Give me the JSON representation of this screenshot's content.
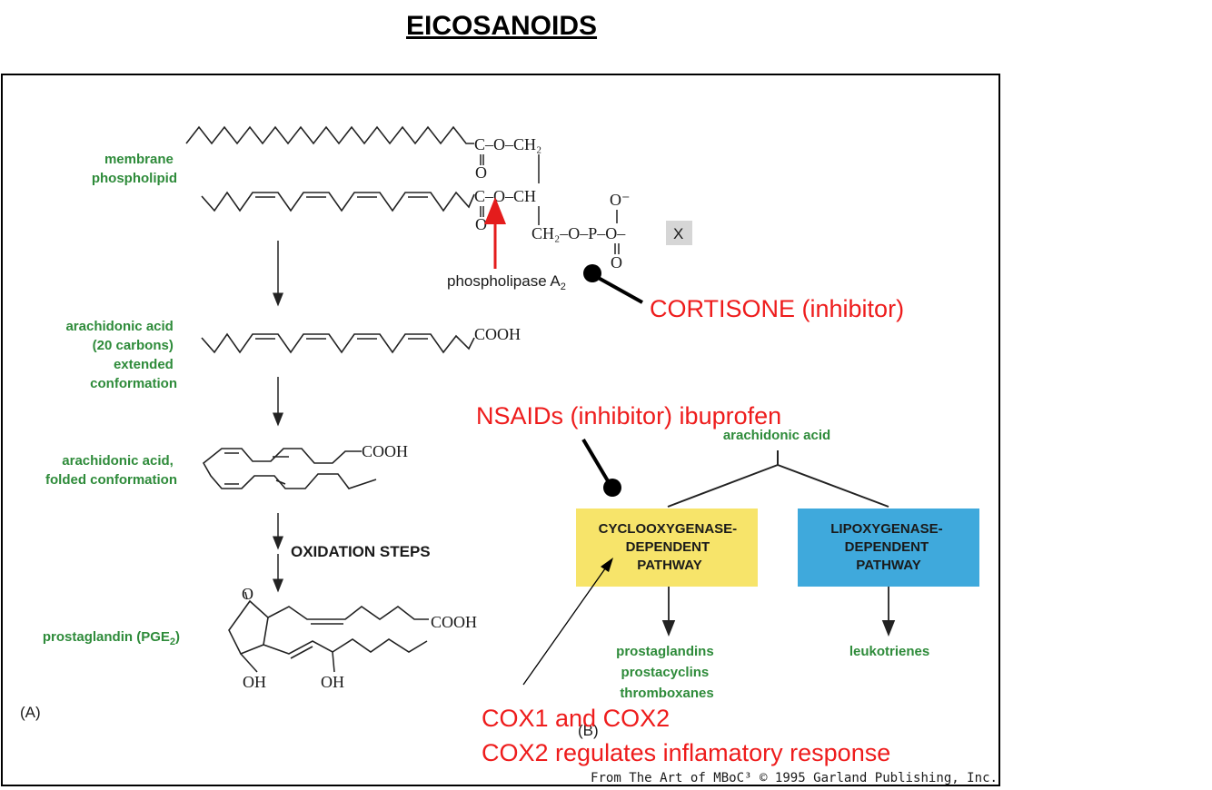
{
  "title": "EICOSANOIDS",
  "panel_a": {
    "membrane_phospholipid": [
      "membrane",
      "phospholipid"
    ],
    "arachidonic_extended": [
      "arachidonic acid",
      "(20 carbons)",
      "extended",
      "conformation"
    ],
    "arachidonic_folded": [
      "arachidonic acid,",
      "folded conformation"
    ],
    "prostaglandin": "prostaglandin (PGE",
    "prostaglandin_sub": "2",
    "prostaglandin_close": ")",
    "oxidation_steps": "OXIDATION STEPS",
    "phospholipase": "phospholipase A",
    "phospholipase_sub": "2",
    "panel_letter": "(A)",
    "chem": {
      "c_o_ch2": "C–O–CH₂",
      "c_o_ch": "C–O–CH",
      "o1": "O",
      "o2": "O",
      "o_minus": "O⁻",
      "phosphate_row": "CH₂–O–P–O–",
      "p_o": "O",
      "x": "X",
      "cooh1": "COOH",
      "cooh2": "COOH",
      "cooh3": "COOH",
      "ring_o": "O",
      "oh1": "OH",
      "oh2": "OH"
    }
  },
  "panel_b": {
    "arachidonic_acid": "arachidonic acid",
    "cox_box": [
      "CYCLOOXYGENASE-",
      "DEPENDENT",
      "PATHWAY"
    ],
    "lox_box": [
      "LIPOXYGENASE-",
      "DEPENDENT",
      "PATHWAY"
    ],
    "cox_products": [
      "prostaglandins",
      "prostacyclins",
      "thromboxanes"
    ],
    "lox_products": "leukotrienes",
    "panel_letter": "(B)"
  },
  "annotations": {
    "cortisone": "CORTISONE (inhibitor)",
    "nsaids": "NSAIDs (inhibitor) ibuprofen",
    "cox_line1": "COX1 and COX2",
    "cox_line2": "COX2 regulates inflamatory response"
  },
  "credit": "From The Art of MBoC³ © 1995 Garland Publishing, Inc.",
  "colors": {
    "label_green": "#2e8b3a",
    "annotation_red": "#ee1c1c",
    "cox_yellow": "#f7e46a",
    "lox_blue": "#3fa9dc"
  }
}
